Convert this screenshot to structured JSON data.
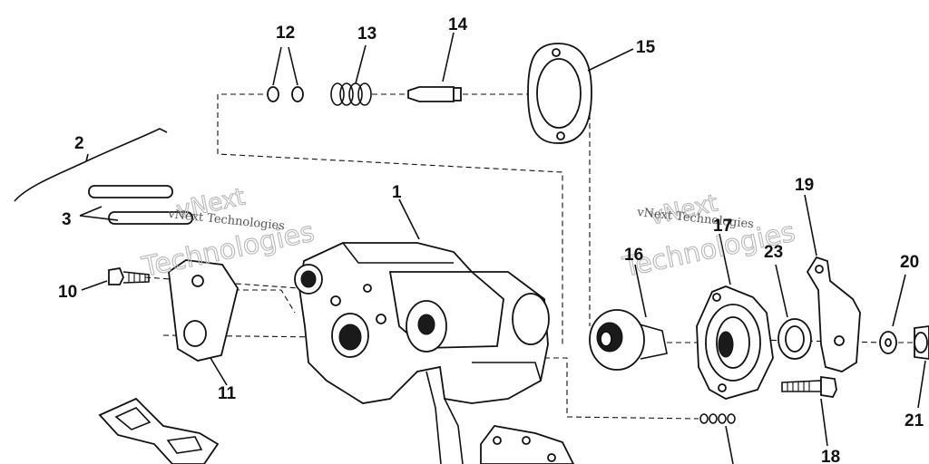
{
  "callouts": {
    "c1": "1",
    "c2": "2",
    "c3": "3",
    "c10": "10",
    "c11": "11",
    "c12": "12",
    "c13": "13",
    "c14": "14",
    "c15": "15",
    "c16": "16",
    "c17": "17",
    "c18": "18",
    "c19": "19",
    "c20": "20",
    "c21": "21",
    "c23": "23"
  },
  "watermark": {
    "small": "vNext Technologies",
    "large_top": "vNext",
    "large_bottom": "Technologies"
  }
}
